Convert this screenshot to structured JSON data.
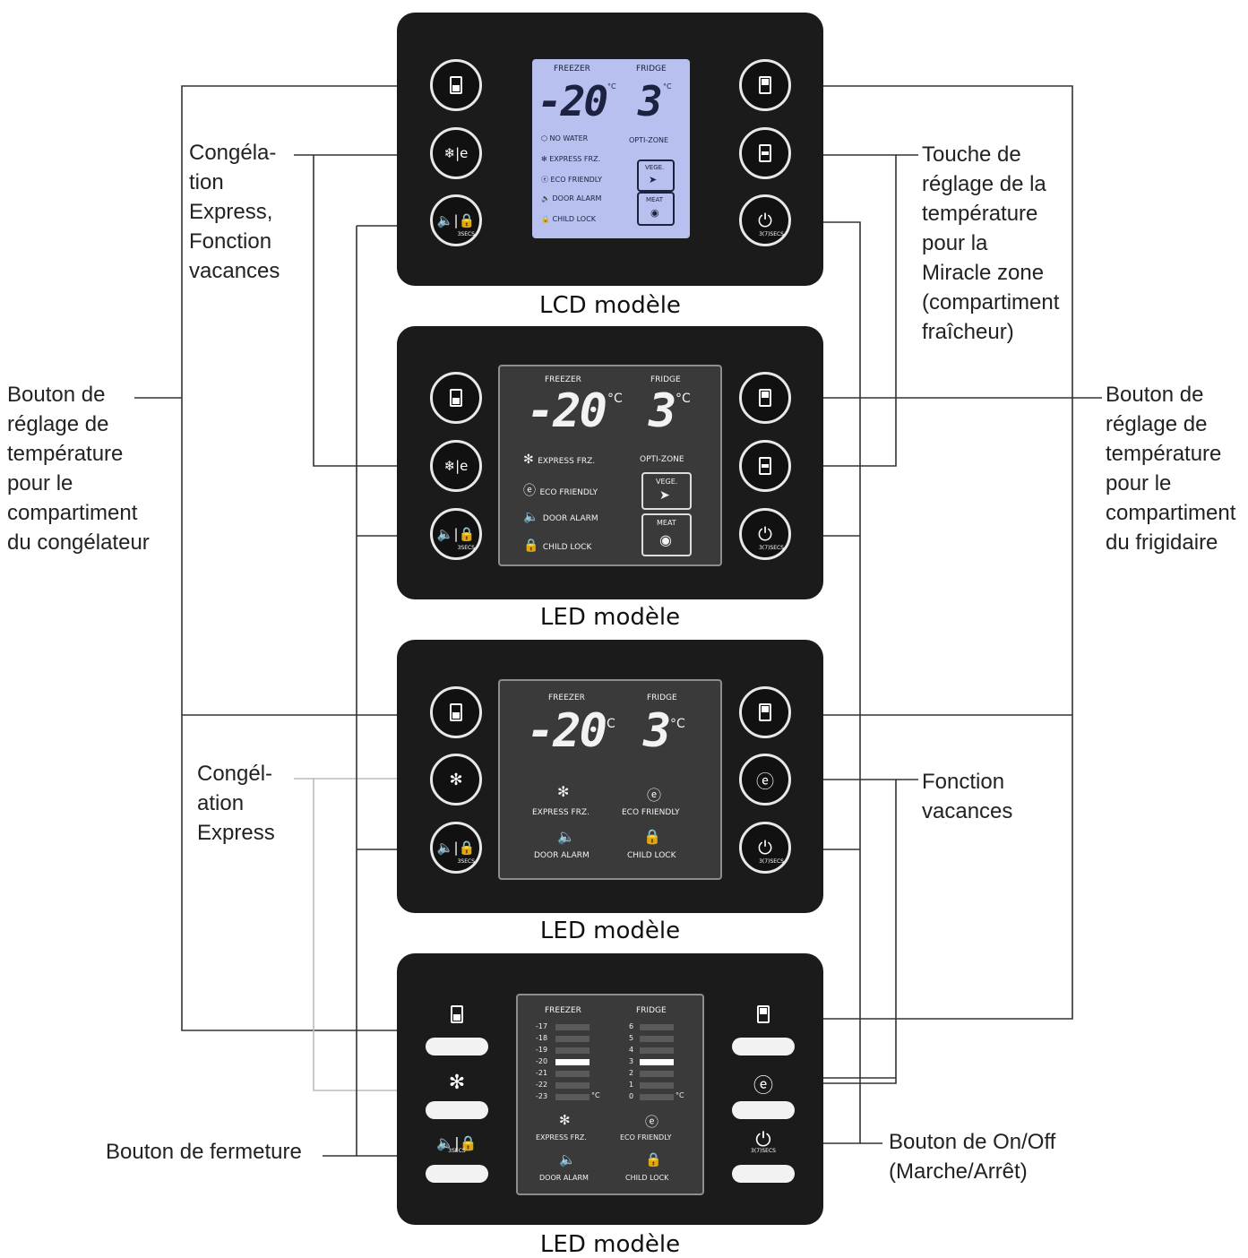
{
  "captions": {
    "lcd": "LCD modèle",
    "led1": "LED modèle",
    "led2": "LED modèle",
    "led3": "LED modèle"
  },
  "labels": {
    "express_vacances": [
      "Congéla-",
      "tion",
      "Express,",
      "Fonction",
      "vacances"
    ],
    "miracle_zone": [
      "Touche de",
      "réglage de la",
      "température",
      "pour la",
      "Miracle zone",
      "(compartiment",
      "fraîcheur)"
    ],
    "freezer_btn": [
      "Bouton de",
      "réglage de",
      "température",
      "pour le",
      "compartiment",
      "du congélateur"
    ],
    "fridge_btn": [
      "Bouton de",
      "réglage de",
      "température",
      "pour le",
      "compartiment",
      "du frigidaire"
    ],
    "express": [
      "Congél-",
      "ation",
      "Express"
    ],
    "vacances": [
      "Fonction",
      "vacances"
    ],
    "lock": "Bouton de fermeture",
    "onoff": [
      "Bouton de On/Off",
      "(Marche/Arrêt)"
    ]
  },
  "display": {
    "freezer": "FREEZER",
    "fridge": "FRIDGE",
    "freezer_temp": "-20",
    "fridge_temp": "3",
    "unit": "°C",
    "no_water": "NO WATER",
    "opti_zone": "OPTI-ZONE",
    "express_frz": "EXPRESS FRZ.",
    "eco_friendly": "ECO FRIENDLY",
    "door_alarm": "DOOR ALARM",
    "child_lock": "CHILD LOCK",
    "vege": "VEGE.",
    "meat": "MEAT",
    "hold_3sec": "3SECS",
    "hold_3sec_onoff": "3(7)SECS",
    "freezer_scale": [
      "-17",
      "-18",
      "-19",
      "-20",
      "-21",
      "-22",
      "-23"
    ],
    "fridge_scale": [
      "6",
      "5",
      "4",
      "3",
      "2",
      "1",
      "0"
    ],
    "freezer_selected_index": 3,
    "fridge_selected_index": 3,
    "scale_unit": "°C"
  },
  "colors": {
    "panel": "#1b1b1b",
    "lcd_screen": "#b7c0ee",
    "led_screen": "#3a3a3a",
    "line": "#333333"
  },
  "icons": {
    "freezer_button": "freezer-compartment-icon",
    "fridge_button": "fridge-compartment-icon",
    "zone_button": "opti-zone-icon",
    "express_vacation": "snowflake-eco-icon",
    "alarm_lock": "speaker-lock-icon",
    "power": "power-icon"
  }
}
